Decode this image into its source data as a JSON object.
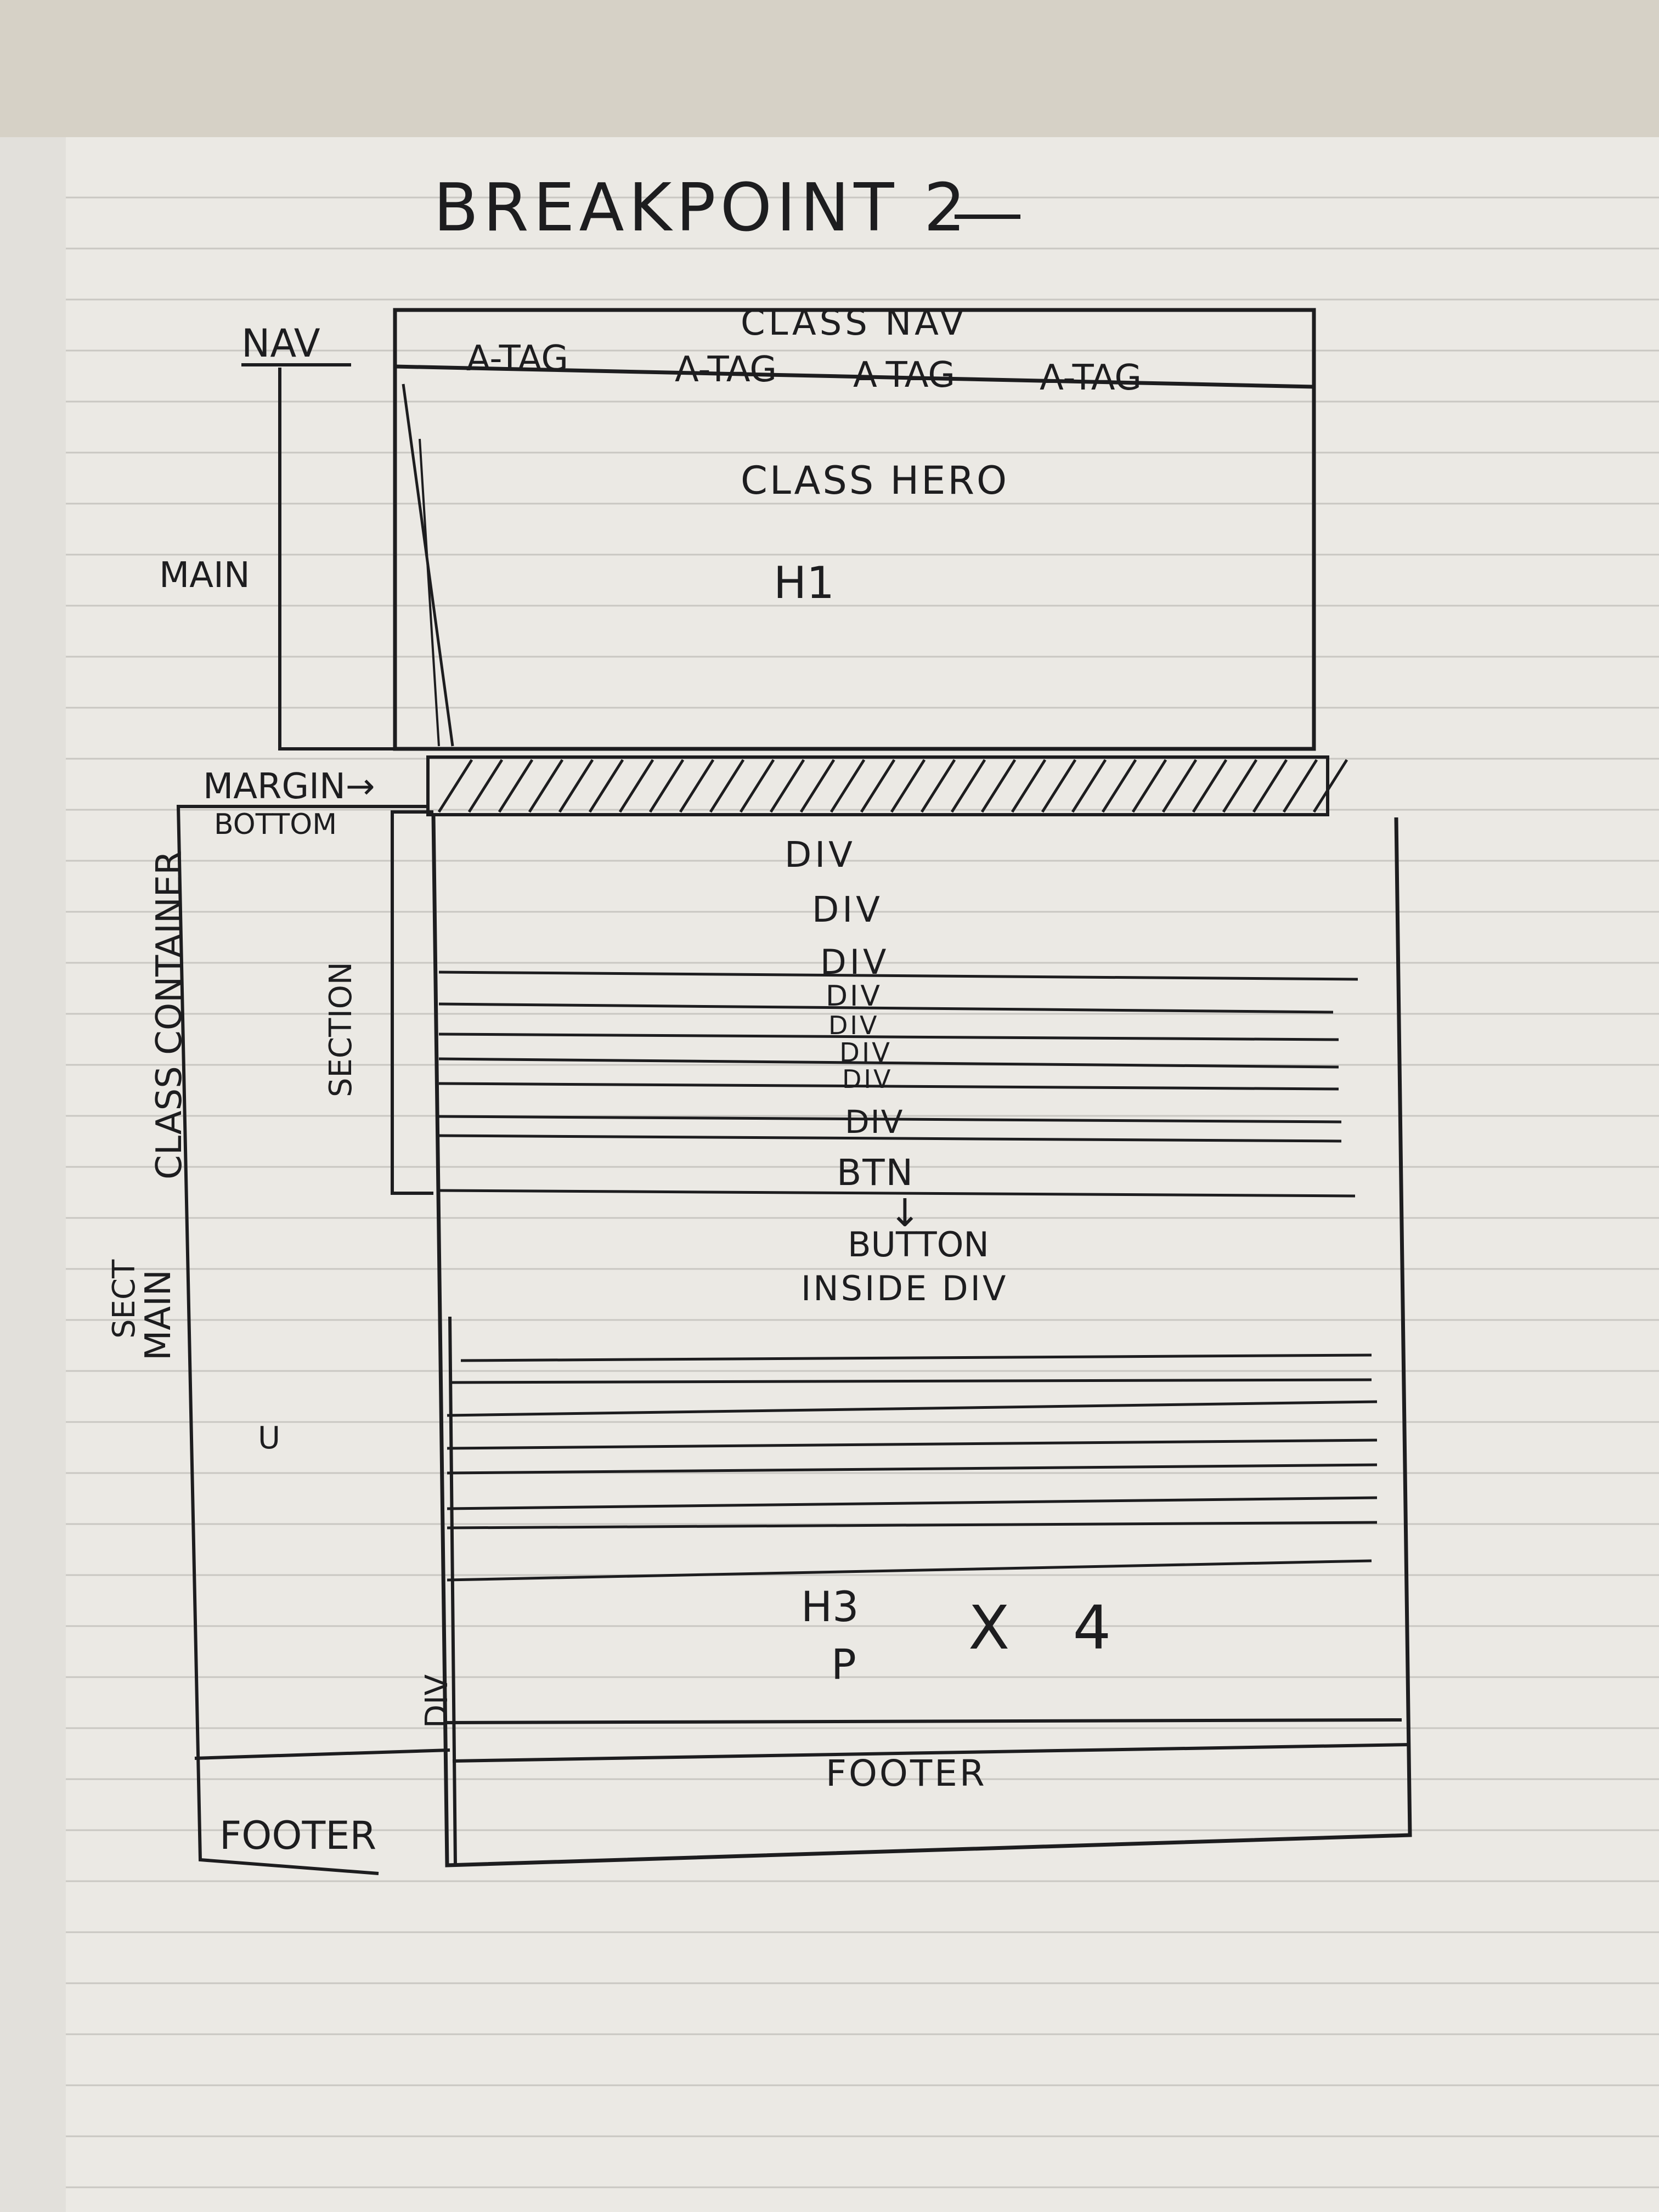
{
  "title": "BREAKPOINT 2",
  "left_labels": {
    "nav": "NAV",
    "main_top": "MAIN",
    "margin": "MARGIN→",
    "bottom": "BOTTOM",
    "class_container": "CLASS CONTAINER",
    "section": "SECTION",
    "main_side": "MAIN",
    "main_side_struck": "SECT",
    "u_mark": "U",
    "div_side": "DIV",
    "footer_left": "FOOTER"
  },
  "nav": {
    "class_label": "CLASS NAV",
    "links": [
      "A-TAG",
      "A-TAG",
      "A-TAG",
      "A-TAG"
    ]
  },
  "hero": {
    "class_label": "CLASS HERO",
    "heading": "H1"
  },
  "section": {
    "divs": [
      "DIV",
      "DIV",
      "DIV",
      "DIV",
      "DIV",
      "DIV",
      "DIV",
      "DIV",
      "BTN"
    ]
  },
  "button_note": {
    "arrow": "↓",
    "line1": "BUTTON",
    "line2": "INSIDE DIV"
  },
  "cards": {
    "heading": "H3",
    "paragraph": "P",
    "repeat": "X 4"
  },
  "footer": {
    "label": "FOOTER"
  }
}
